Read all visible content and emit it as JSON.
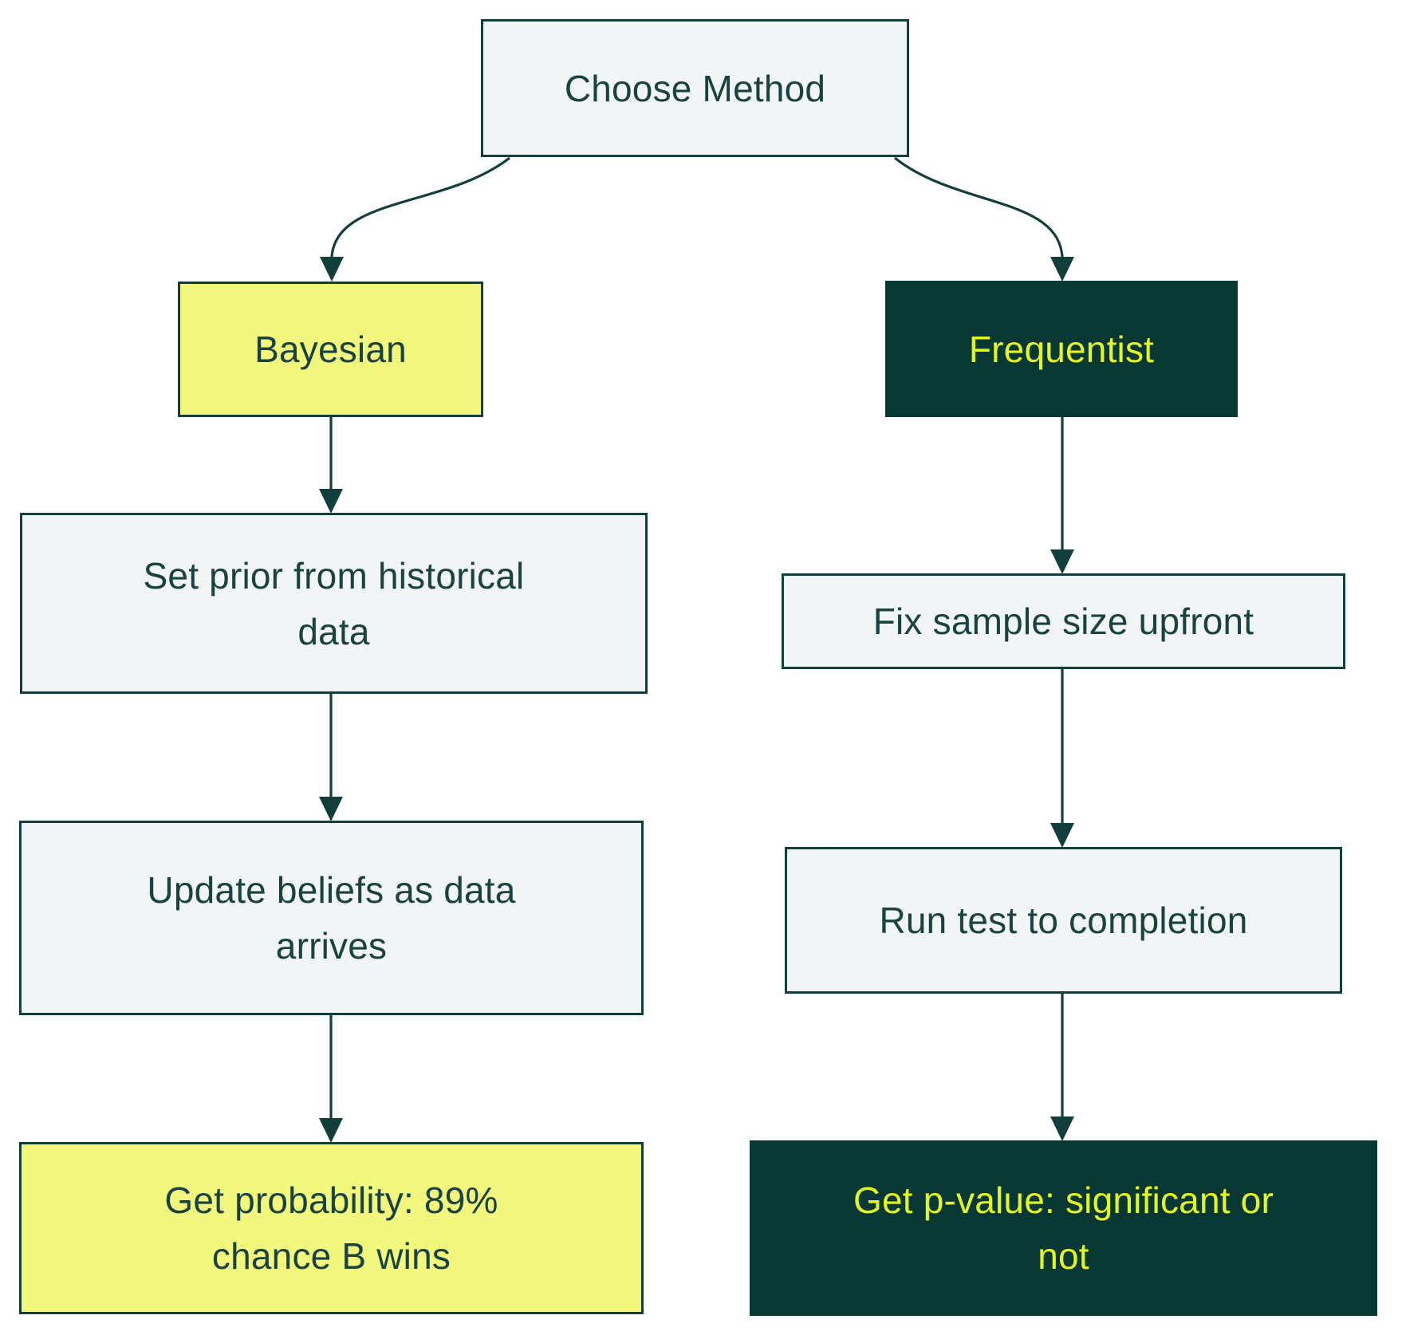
{
  "diagram": {
    "type": "flowchart",
    "nodes": {
      "choose": {
        "label": "Choose Method",
        "variant": "light"
      },
      "bayesian": {
        "label": "Bayesian",
        "variant": "yellow"
      },
      "frequentist": {
        "label": "Frequentist",
        "variant": "dark"
      },
      "set_prior": {
        "label": "Set prior from historical\ndata",
        "variant": "light"
      },
      "fix_sample": {
        "label": "Fix sample size upfront",
        "variant": "light"
      },
      "update_beliefs": {
        "label": "Update beliefs as data\narrives",
        "variant": "light"
      },
      "run_test": {
        "label": "Run test to completion",
        "variant": "light"
      },
      "get_probability": {
        "label": "Get probability: 89%\nchance B wins",
        "variant": "yellow"
      },
      "get_pvalue": {
        "label": "Get p-value: significant or\nnot",
        "variant": "dark"
      }
    },
    "edges": [
      {
        "from": "choose",
        "to": "bayesian"
      },
      {
        "from": "choose",
        "to": "frequentist"
      },
      {
        "from": "bayesian",
        "to": "set_prior"
      },
      {
        "from": "set_prior",
        "to": "update_beliefs"
      },
      {
        "from": "update_beliefs",
        "to": "get_probability"
      },
      {
        "from": "frequentist",
        "to": "fix_sample"
      },
      {
        "from": "fix_sample",
        "to": "run_test"
      },
      {
        "from": "run_test",
        "to": "get_pvalue"
      }
    ],
    "colors": {
      "background": "#ffffff",
      "node_light_fill": "#f1f5f6",
      "node_yellow_fill": "#f1f87d",
      "node_dark_fill": "#083734",
      "border": "#123e3b",
      "arrow": "#123e3b",
      "text_dark": "#1a423f",
      "text_yellow": "#e4f71c"
    }
  }
}
